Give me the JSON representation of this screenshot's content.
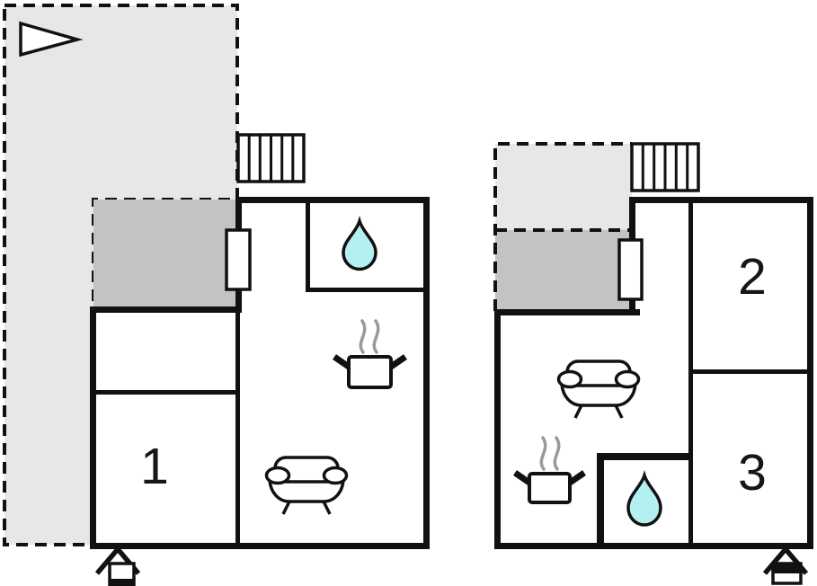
{
  "title": "Two-unit floor plan",
  "colors": {
    "background": "#ffffff",
    "wall": "#111111",
    "terrace_light": "#e7e7e7",
    "terrace_dark": "#c3c3c3",
    "water": "#b5f0f0",
    "steam": "#9a9a9a",
    "fixture_fill": "#ffffff"
  },
  "plans": {
    "left": {
      "name": "unit-1",
      "rooms": [
        {
          "label": "1"
        }
      ],
      "icons": [
        "direction-arrow",
        "stairs",
        "terrace",
        "balcony",
        "door",
        "water-drop",
        "cooking-pot",
        "sofa",
        "entrance-arrow"
      ]
    },
    "right": {
      "name": "unit-2-3",
      "rooms": [
        {
          "label": "2"
        },
        {
          "label": "3"
        }
      ],
      "icons": [
        "stairs",
        "terrace",
        "balcony",
        "door",
        "water-drop",
        "cooking-pot",
        "sofa",
        "entrance-arrow"
      ]
    }
  }
}
